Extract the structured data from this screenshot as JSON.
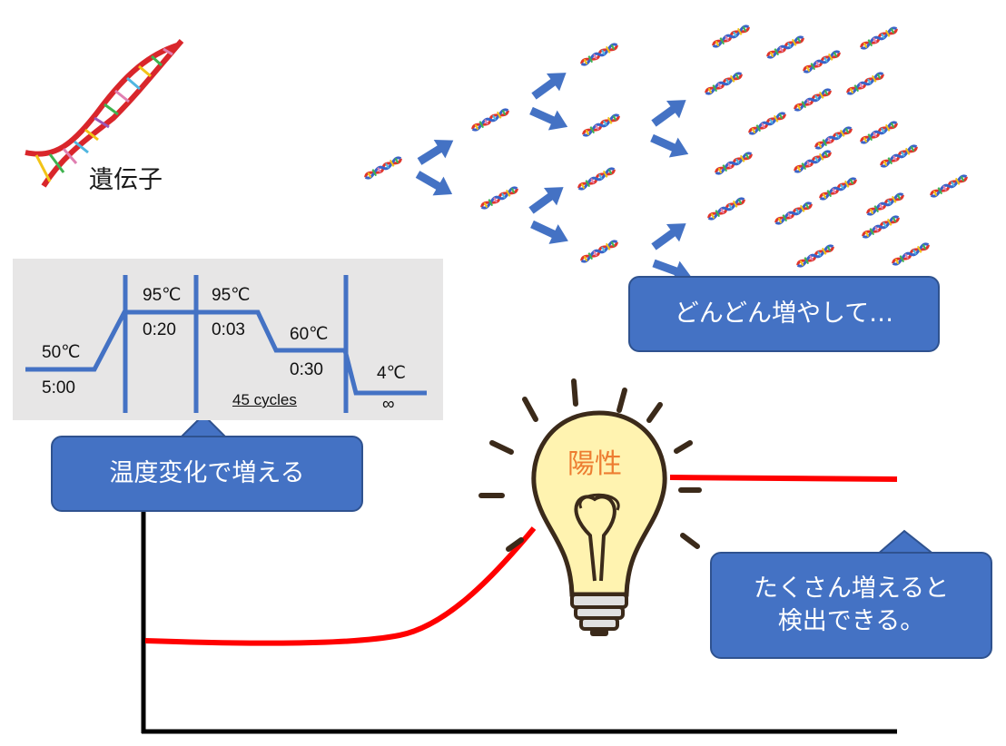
{
  "gene_label": "遺伝子",
  "pcr_program": {
    "steps": [
      {
        "temp": "50℃",
        "time": "5:00"
      },
      {
        "temp": "95℃",
        "time": "0:20"
      },
      {
        "temp": "95℃",
        "time": "0:03"
      },
      {
        "temp": "60℃",
        "time": "0:30"
      },
      {
        "temp": "4℃",
        "time": "∞"
      }
    ],
    "cycles_label": "45 cycles"
  },
  "callouts": {
    "amplify": "どんどん増やして…",
    "temperature": "温度変化で増える",
    "detect_line1": "たくさん増えると",
    "detect_line2": "検出できる。"
  },
  "bulb_label": "陽性",
  "colors": {
    "callout_fill": "#4472c4",
    "arrow": "#4472c4",
    "curve": "#ff0000",
    "pcr_background": "#e7e6e6",
    "bulb_glow": "#fff3b0",
    "positive_text": "#ed7d31"
  }
}
